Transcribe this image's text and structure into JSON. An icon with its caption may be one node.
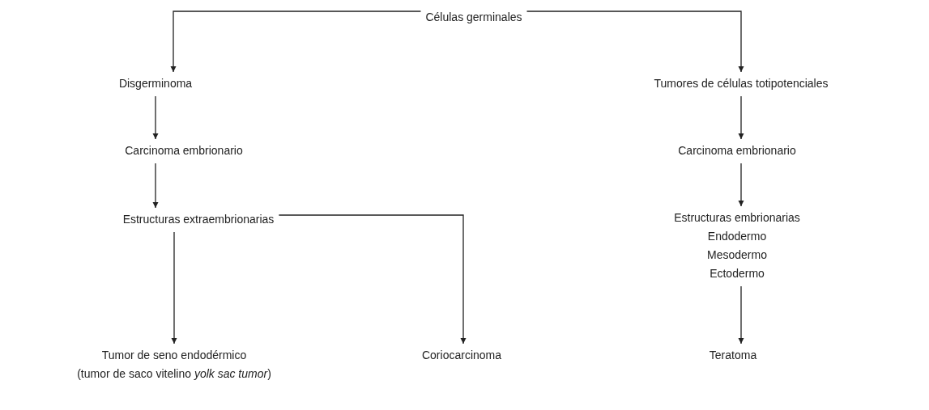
{
  "diagram": {
    "nodes": [
      {
        "text": [
          "Células germinales"
        ]
      },
      {
        "text": [
          "Disgerminoma"
        ]
      },
      {
        "text": [
          "Tumores de células totipotenciales"
        ]
      },
      {
        "text": [
          "Carcinoma embrionario"
        ]
      },
      {
        "text": [
          "Carcinoma embrionario"
        ]
      },
      {
        "text": [
          "Estructuras extraembrionarias"
        ]
      },
      {
        "text": [
          "Estructuras embrionarias",
          "Endodermo",
          "Mesodermo",
          "Ectodermo"
        ]
      },
      {
        "text": [
          "Tumor de seno endodérmico",
          "(tumor de saco vitelino *yolk sac tumor*)"
        ]
      },
      {
        "text": [
          "Coriocarcinoma"
        ]
      },
      {
        "text": [
          "Teratoma"
        ]
      }
    ],
    "edges": [
      {
        "from": 0,
        "to": 1,
        "arrow": "to"
      },
      {
        "from": 0,
        "to": 2,
        "arrow": "to"
      },
      {
        "from": 1,
        "to": 3,
        "arrow": "to"
      },
      {
        "from": 2,
        "to": 4,
        "arrow": "to"
      },
      {
        "from": 3,
        "to": 5,
        "arrow": "to"
      },
      {
        "from": 4,
        "to": 6,
        "arrow": "to"
      },
      {
        "from": 5,
        "to": 7,
        "arrow": "to"
      },
      {
        "from": 5,
        "to": 8,
        "arrow": "to"
      },
      {
        "from": 6,
        "to": 9,
        "arrow": "to"
      }
    ]
  }
}
